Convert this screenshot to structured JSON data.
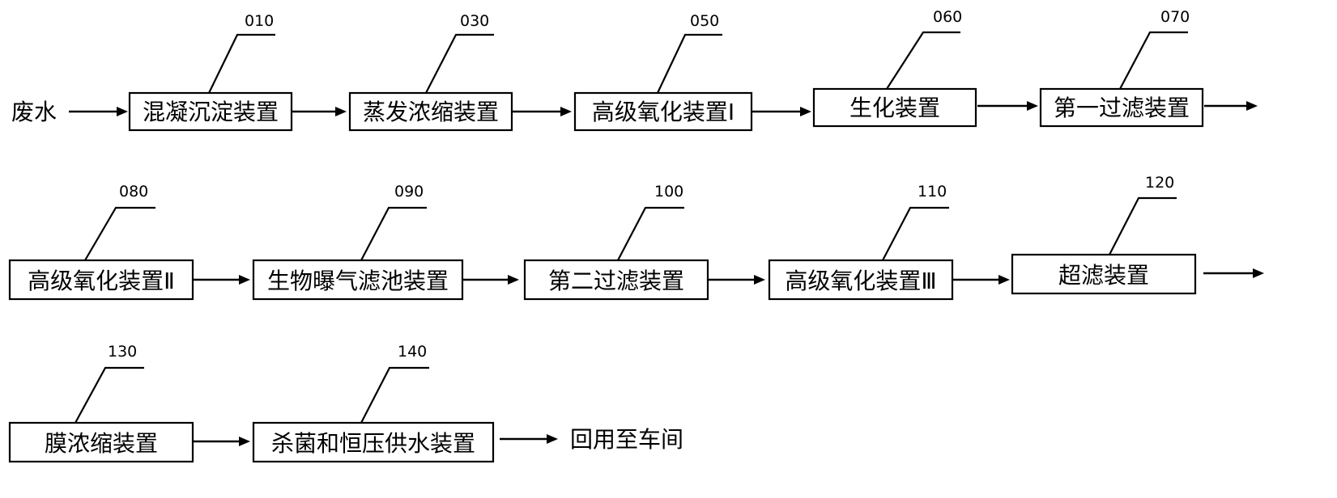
{
  "input_label": "废水",
  "output_label": "回用至车间",
  "devices": [
    {
      "ref": "010",
      "name": "混凝沉淀装置"
    },
    {
      "ref": "030",
      "name": "蒸发浓缩装置"
    },
    {
      "ref": "050",
      "name": "高级氧化装置Ⅰ"
    },
    {
      "ref": "060",
      "name": "生化装置"
    },
    {
      "ref": "070",
      "name": "第一过滤装置"
    },
    {
      "ref": "080",
      "name": "高级氧化装置Ⅱ"
    },
    {
      "ref": "090",
      "name": "生物曝气滤池装置"
    },
    {
      "ref": "100",
      "name": "第二过滤装置"
    },
    {
      "ref": "110",
      "name": "高级氧化装置Ⅲ"
    },
    {
      "ref": "120",
      "name": "超滤装置"
    },
    {
      "ref": "130",
      "name": "膜浓缩装置"
    },
    {
      "ref": "140",
      "name": "杀菌和恒压供水装置"
    }
  ]
}
